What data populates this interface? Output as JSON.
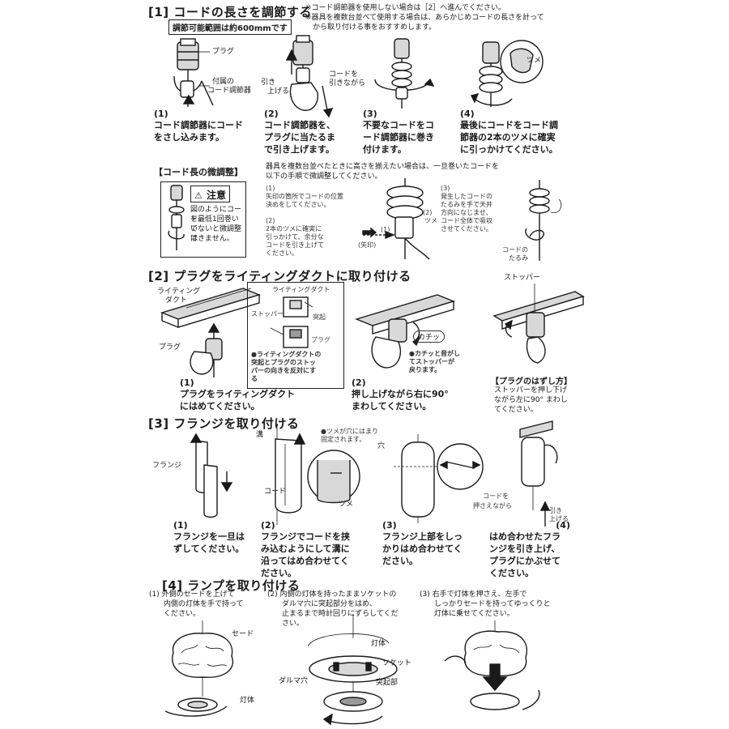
{
  "section1": {
    "title": "[1] コードの長さを調節する",
    "note1": "※コード調節器を使用しない場合は［2］へ進んでください。",
    "note2a": "※器具を複数台並べて使用する場合は、あらかじめコードの長さを計って",
    "note2b": "から取り付ける事をおすすめします。",
    "range": "調節可能範囲は約600mmです",
    "labels": {
      "plug": "プラグ",
      "adjuster1": "付属の",
      "adjuster2": "コード調節器",
      "pull1": "コードを",
      "pull2": "引きながら",
      "lift1": "引き",
      "lift2": "上げる",
      "tsume": "ツメ"
    },
    "steps": [
      {
        "num": "(1)",
        "l1": "コード調節器にコード",
        "l2": "をさし込みます。",
        "l3": ""
      },
      {
        "num": "(2)",
        "l1": "コード調節器を、",
        "l2": "プラグに当たるま",
        "l3": "で引き上げます。"
      },
      {
        "num": "(3)",
        "l1": "不要なコードをコ",
        "l2": "ード調節器に巻き",
        "l3": "付けます。"
      },
      {
        "num": "(4)",
        "l1": "最後にコードをコード調",
        "l2": "節器の2本のツメに確実",
        "l3": "に引っかけてください。"
      }
    ]
  },
  "fine": {
    "title": "【コード長の微調整】",
    "intro1": "器具を複数台並べたときに高さを揃えたい場合は、一旦巻いたコードを",
    "intro2": "以下の手順で微調整してください。",
    "caution_title": "注意",
    "caution1": "図のようにコード",
    "caution2": "を最低1回巻いて",
    "caution3": "いないと微調整は",
    "caution4": "できません。",
    "s1num": "(1)",
    "s1a": "矢印の箇所でコードの位置",
    "s1b": "決めをしてください。",
    "s2num": "(2)",
    "s2a": "2本のツメに確実に",
    "s2b": "引っかけて、余分な",
    "s2c": "コードを引き上げて",
    "s2d": "ください。",
    "s3num": "(3)",
    "s3a": "発生したコードの",
    "s3b": "たるみを手で天井",
    "s3c": "方向になじませ、",
    "s3d": "コード全体で吸収",
    "s3e": "させてください。",
    "lbl_arrow": "(矢印)",
    "lbl_1": "(1)",
    "lbl_2": "(2)",
    "lbl_tsume": "ツメ",
    "lbl_slack1": "コードの",
    "lbl_slack2": "たるみ"
  },
  "section2": {
    "title": "[2] プラグをライティングダクトに取り付ける",
    "duct1": "ライティング",
    "duct2": "ダクト",
    "plug": "プラグ",
    "inset_duct": "ライティングダクト",
    "inset_stopper": "ストッパー",
    "inset_tab": "突起",
    "inset_plug": "プラグ",
    "inset_note1": "●ライティングダクトの",
    "inset_note2": "突起とプラグのストッ",
    "inset_note3": "パーの向きを反対にす",
    "inset_note4": "る",
    "click": "カチッ",
    "click_note1": "●カチッと音がし",
    "click_note2": "てストッパーが",
    "click_note3": "戻ります。",
    "stopper": "ストッパー",
    "s1num": "(1)",
    "s1a": "プラグをライティングダクト",
    "s1b": "にはめてください。",
    "s2num": "(2)",
    "s2a": "押し上げながら右に90°",
    "s2b": "まわしてください。",
    "remove_title": "【プラグのはずし方】",
    "remove1": "ストッパーを押し下げ",
    "remove2": "ながら左に90° まわし",
    "remove3": "てください。"
  },
  "section3": {
    "title": "[3] フランジを取り付ける",
    "flange": "フランジ",
    "groove": "溝",
    "cord": "コード",
    "tsume": "ツメ",
    "hole": "穴",
    "hole_note1": "●ツメが穴にはまり",
    "hole_note2": "固定されます。",
    "hold1": "コードを",
    "hold2": "押さえながら",
    "lift1": "引き",
    "lift2": "上げる",
    "steps": [
      {
        "num": "(1)",
        "l1": "フランジを一旦は",
        "l2": "ずしてください。",
        "l3": "",
        "l4": ""
      },
      {
        "num": "(2)",
        "l1": "フランジでコードを挟",
        "l2": "み込むようにして溝に",
        "l3": "沿ってはめ合わせてく",
        "l4": "ださい。"
      },
      {
        "num": "(3)",
        "l1": "フランジ上部をしっ",
        "l2": "かりはめ合わせてく",
        "l3": "ださい。",
        "l4": ""
      },
      {
        "num": "(4)",
        "l1": "はめ合わせたフラ",
        "l2": "ンジを引き上げ、",
        "l3": "プラグにかぶせて",
        "l4": "ください。"
      }
    ]
  },
  "section4": {
    "title": "[4] ランプを取り付ける",
    "s1a": "(1) 外側のセードを上げて",
    "s1b": "内側の灯体を手で持って",
    "s1c": "ください。",
    "s2a": "(2) 内側の灯体を持ったままソケットの",
    "s2b": "ダルマ穴に突起部分をはめ、",
    "s2c": "止まるまで時計回りにずらしてくだ",
    "s2d": "さい。",
    "s3a": "(3) 右手で灯体を押さえ、左手で",
    "s3b": "しっかりセードを持ってゆっくりと",
    "s3c": "灯体に乗せてください。",
    "shade": "セード",
    "body": "灯体",
    "body2": "灯体",
    "socket": "ソケット",
    "daruma": "ダルマ穴",
    "tab": "突起部"
  }
}
